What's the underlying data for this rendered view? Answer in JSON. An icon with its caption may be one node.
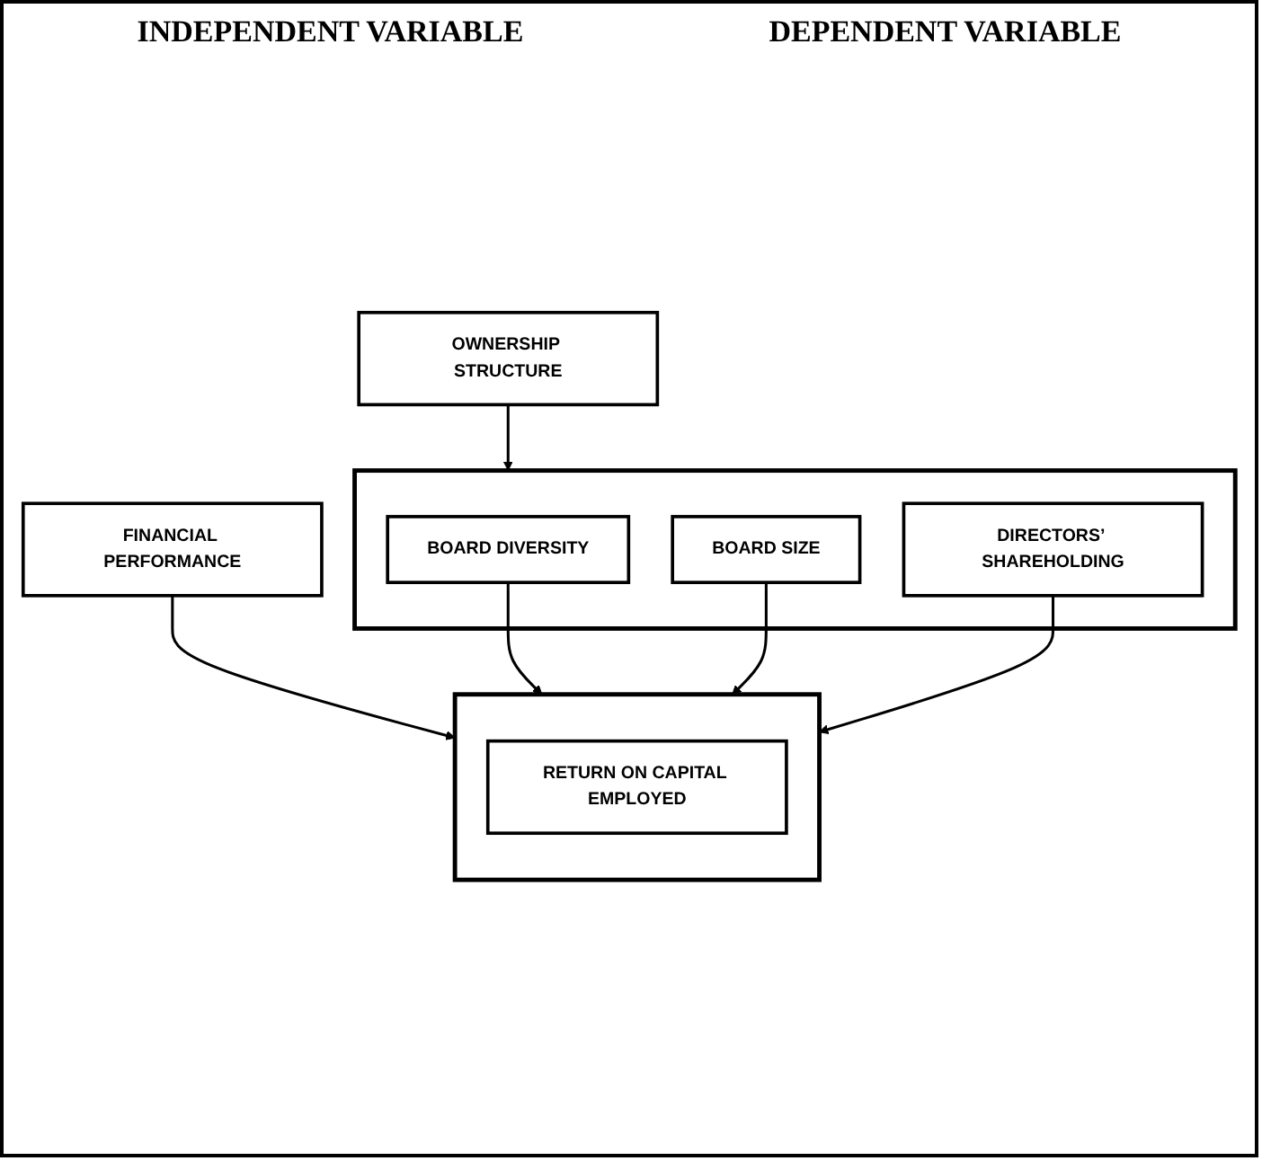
{
  "diagram": {
    "nodes": [
      {
        "text": [
          "OWNERSHIP STRUCTURE"
        ]
      },
      {
        "text": [
          "FINANCIAL PERFORMANCE"
        ]
      },
      {
        "text": [],
        "shape": "box"
      },
      {
        "text": [
          "BOARD DIVERSITY"
        ],
        "in": 2
      },
      {
        "text": [
          "BOARD SIZE"
        ],
        "in": 2
      },
      {
        "text": [
          "DIRECTORS’ SHAREHOLDING"
        ],
        "in": 2
      },
      {
        "text": [],
        "shape": "box"
      },
      {
        "text": [
          "RETURN ON CAPITAL EMPLOYED"
        ],
        "in": 6
      }
    ],
    "edges": [
      {
        "from": 0,
        "to": 2,
        "arrow": "to"
      },
      {
        "from": 1,
        "to": 6,
        "arrow": "to"
      },
      {
        "from": 3,
        "to": 6,
        "arrow": "to"
      },
      {
        "from": 4,
        "to": 6,
        "arrow": "to"
      },
      {
        "from": 5,
        "to": 6,
        "arrow": "to"
      }
    ],
    "labels": [
      "INDEPENDENT VARIABLE",
      "DEPENDENT VARIABLE"
    ]
  }
}
